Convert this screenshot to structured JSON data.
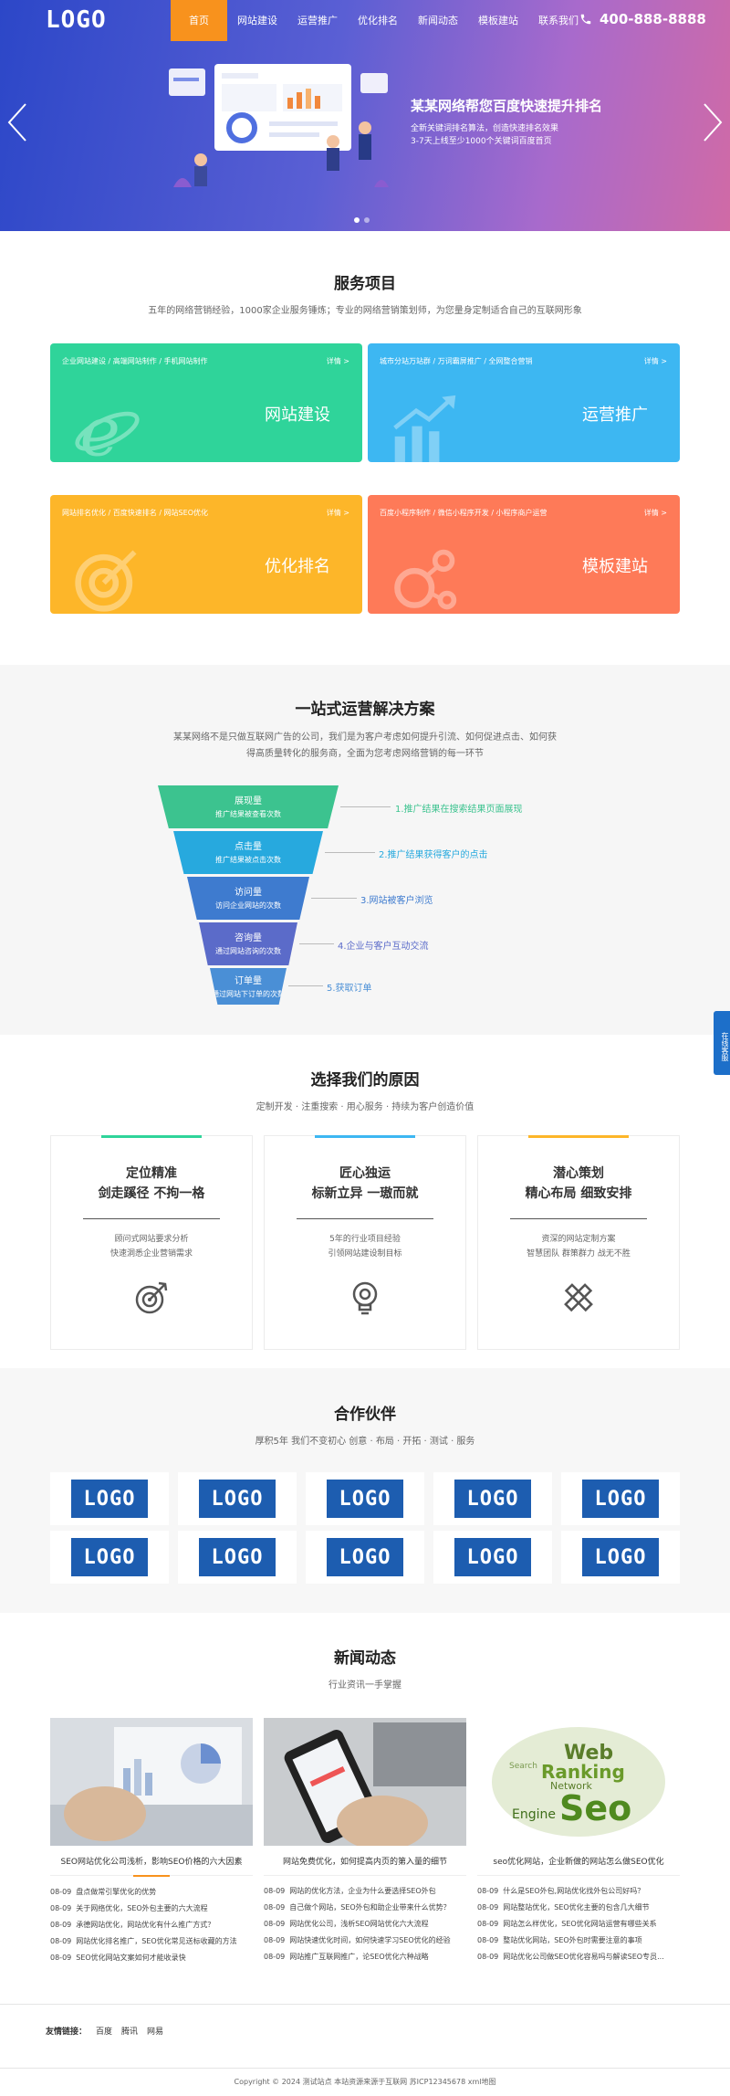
{
  "header": {
    "logo": "LOGO",
    "nav": [
      "首页",
      "网站建设",
      "运营推广",
      "优化排名",
      "新闻动态",
      "模板建站",
      "联系我们"
    ],
    "phone": "400-888-8888"
  },
  "hero": {
    "title": "某某网络帮您百度快速提升排名",
    "line1": "全新关键词排名算法，创造快速排名效果",
    "line2": "3-7天上线至少1000个关键词百度首页"
  },
  "services": {
    "title": "服务项目",
    "subtitle": "五年的网络营销经验，1000家企业服务锤炼；专业的网络营销策划师，为您量身定制适合自己的互联网形象",
    "items": [
      {
        "tags": "企业网站建设 / 高端网站制作 / 手机网站制作",
        "more": "详情 >",
        "name": "网站建设",
        "color": "#2fd49a",
        "icon": "ie-logo-icon"
      },
      {
        "tags": "城市分站万站群 / 万词霸屏推广 / 全网整合营销",
        "more": "详情 >",
        "name": "运营推广",
        "color": "#3db7f2",
        "icon": "growth-chart-icon"
      },
      {
        "tags": "网站排名优化 / 百度快速排名 / 网站SEO优化",
        "more": "详情 >",
        "name": "优化排名",
        "color": "#fdb629",
        "icon": "target-icon"
      },
      {
        "tags": "百度小程序制作 / 微信小程序开发 / 小程序商户运营",
        "more": "详情 >",
        "name": "模板建站",
        "color": "#fe7a58",
        "icon": "network-nodes-icon"
      }
    ]
  },
  "solutions": {
    "title": "一站式运营解决方案",
    "desc": "某某网络不是只做互联网广告的公司，我们是为客户考虑如何提升引流、如何促进点击、如何获得高质量转化的服务商，全面为您考虑网络营销的每一环节",
    "levels": [
      {
        "t": "展现量",
        "s": "推广结果被查看次数",
        "label": "1.推广结果在搜索结果页面展现",
        "color": "#3cc38f"
      },
      {
        "t": "点击量",
        "s": "推广结果被点击次数",
        "label": "2.推广结果获得客户的点击",
        "color": "#27a9de"
      },
      {
        "t": "访问量",
        "s": "访问企业网站的次数",
        "label": "3.网站被客户浏览",
        "color": "#3e7bcf"
      },
      {
        "t": "咨询量",
        "s": "通过网站咨询的次数",
        "label": "4.企业与客户互动交流",
        "color": "#5b6bc9"
      },
      {
        "t": "订单量",
        "s": "通过网站下订单的次数",
        "label": "5.获取订单",
        "color": "#4a8fd6"
      }
    ]
  },
  "reasons": {
    "title": "选择我们的原因",
    "subtitle": "定制开发 · 注重搜索 · 用心服务 · 持续为客户创造价值",
    "items": [
      {
        "h1": "定位精准",
        "h2": "剑走蹊径 不拘一格",
        "p1": "顾问式网站要求分析",
        "p2": "快速洞悉企业营销需求",
        "bar": "#2fd49a",
        "icon": "target-arrow-icon"
      },
      {
        "h1": "匠心独运",
        "h2": "标新立异 一璈而就",
        "p1": "5年的行业项目经验",
        "p2": "引领网站建设制目标",
        "bar": "#3db7f2",
        "icon": "lightbulb-icon"
      },
      {
        "h1": "潜心策划",
        "h2": "精心布局 细致安排",
        "p1": "资深的网站定制方案",
        "p2": "智慧团队 群策群力 战无不胜",
        "bar": "#fdb629",
        "icon": "pencil-ruler-icon"
      }
    ]
  },
  "partners": {
    "title": "合作伙伴",
    "subtitle": "厚积5年 我们不变初心 创意 · 布局 · 开拓 · 测试 · 服务",
    "logo": "LOGO",
    "count": 10
  },
  "news": {
    "title": "新闻动态",
    "subtitle": "行业资讯一手掌握",
    "columns": [
      {
        "caption": "SEO网站优化公司浅析，影响SEO价格的六大因素",
        "items": [
          {
            "d": "08-09",
            "t": "盘点做常引擎优化的优势"
          },
          {
            "d": "08-09",
            "t": "关于网络优化，SEO外包主要的六大流程"
          },
          {
            "d": "08-09",
            "t": "承德网站优化，网站优化有什么推广方式？"
          },
          {
            "d": "08-09",
            "t": "网站优化排名推广，SEO优化常见送标收藏的方法"
          },
          {
            "d": "08-09",
            "t": "SEO优化网站文案如何才能收录快"
          }
        ]
      },
      {
        "caption": "网站免费优化，如何提高内页的第入量的细节",
        "items": [
          {
            "d": "08-09",
            "t": "网站的优化方法，企业为什么要选择SEO外包"
          },
          {
            "d": "08-09",
            "t": "自己做个网站，SEO外包和助企业带来什么优势？"
          },
          {
            "d": "08-09",
            "t": "网站优化公司，浅析SEO网站优化六大流程"
          },
          {
            "d": "08-09",
            "t": "网站快速优化时间，如何快速学习SEO优化的经验"
          },
          {
            "d": "08-09",
            "t": "网站推广互联网推广，论SEO优化六种战略"
          }
        ]
      },
      {
        "caption": "seo优化网站，企业新做的网站怎么做SEO优化",
        "items": [
          {
            "d": "08-09",
            "t": "什么是SEO外包,网站优化找外包公司好吗？"
          },
          {
            "d": "08-09",
            "t": "网站整站优化，SEO优化主要的包含几大细节"
          },
          {
            "d": "08-09",
            "t": "网站怎么样优化，SEO优化网站运营有哪些关系"
          },
          {
            "d": "08-09",
            "t": "整站优化网站，SEO外包时需要注意的事项"
          },
          {
            "d": "08-09",
            "t": "网站优化公司做SEO优化容易吗与解读SEO专员..."
          }
        ]
      }
    ]
  },
  "footer": {
    "links_label": "友情链接：",
    "links": [
      "百度",
      "腾讯",
      "网易"
    ],
    "copyright": "Copyright © 2024 测试站点 本站资源来源于互联网  苏ICP12345678  xml地图"
  },
  "side_tab": "在线客服"
}
